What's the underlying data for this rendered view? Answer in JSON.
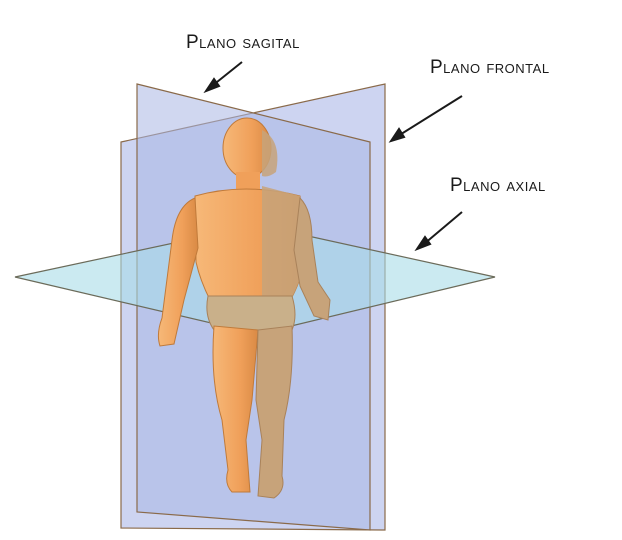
{
  "labels": {
    "sagittal": "Plano sagital",
    "frontal": "Plano frontal",
    "axial": "Plano axial"
  },
  "colors": {
    "plane_fill": "#b8c4ea",
    "axial_fill": "#a8d8e6",
    "plane_edge": "#8a6a4a",
    "skin": "#f0a860",
    "skin_shadow": "#d98a45",
    "shaded_half": "#c7a37a",
    "arrow": "#1a1a1a"
  }
}
